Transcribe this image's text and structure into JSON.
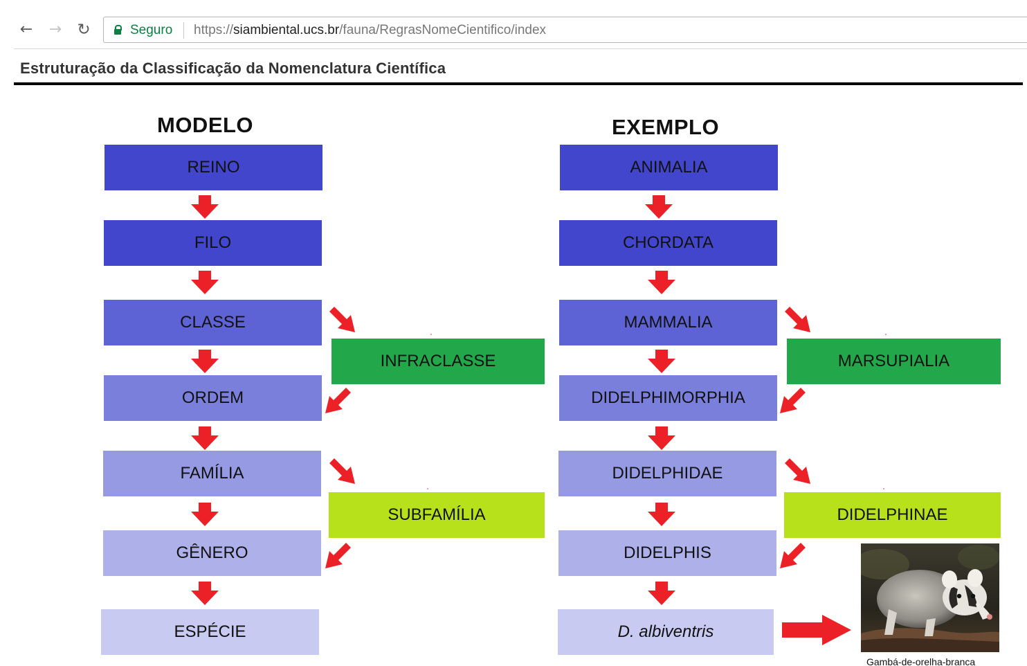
{
  "browser": {
    "back_icon": "arrow-left-icon",
    "forward_icon": "arrow-right-icon",
    "reload_icon": "reload-icon",
    "security_icon": "lock-icon",
    "security_label": "Seguro",
    "url_scheme": "https://",
    "url_host": "siambiental.ucs.br",
    "url_path": "/fauna/RegrasNomeCientifico/index"
  },
  "page": {
    "title": "Estruturação da Classificação da Nomenclatura Científica"
  },
  "diagram": {
    "model": {
      "heading": "MODELO",
      "levels": [
        "REINO",
        "FILO",
        "CLASSE",
        "ORDEM",
        "FAMÍLIA",
        "GÊNERO",
        "ESPÉCIE"
      ],
      "sub_levels": [
        "INFRACLASSE",
        "SUBFAMÍLIA"
      ]
    },
    "example": {
      "heading": "EXEMPLO",
      "levels": [
        "ANIMALIA",
        "CHORDATA",
        "MAMMALIA",
        "DIDELPHIMORPHIA",
        "DIDELPHIDAE",
        "DIDELPHIS",
        "D. albiventris"
      ],
      "sub_levels": [
        "MARSUPIALIA",
        "DIDELPHINAE"
      ]
    },
    "photo_caption": "Gambá-de-orelha-branca"
  },
  "colors": {
    "arrow": "#ec2027",
    "level_shades": [
      "#4146cd",
      "#4146cd",
      "#5d62d4",
      "#7a7fdc",
      "#969ae3",
      "#adb0e9",
      "#c9caf1"
    ],
    "sub_level_shades": [
      "#22a84a",
      "#b7e21b"
    ],
    "secure_green": "#0b8043"
  }
}
